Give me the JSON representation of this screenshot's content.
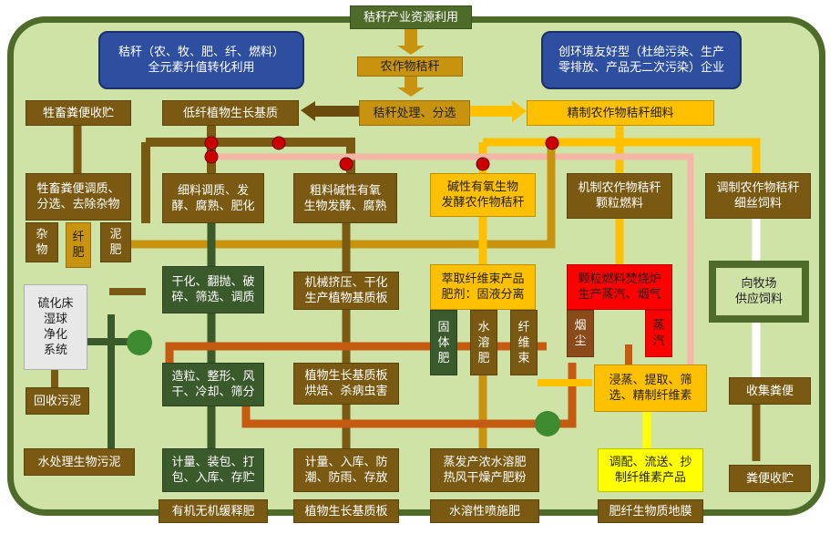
{
  "title": "秸秆产业资源利用",
  "crop_straw": "农作物秸秆",
  "blue_left": "秸秆（农、牧、肥、纤、燃料）\n全元素升值转化利用",
  "blue_right": "创环境友好型（杜绝污染、生产\n零排放、产品无二次污染）企业",
  "processing": "秸秆处理、分选",
  "low_fiber": "低纤植物生长基质",
  "fine_straw": "精制农作物秸秆细料",
  "manure_collect": "牲畜粪便收贮",
  "manure_adjust": "牲畜粪便调质、\n分选、去除杂物",
  "impurity": "杂\n物",
  "fiber": "纤\n肥",
  "mud": "泥\n肥",
  "fine_material": "细料调质、发\n酵、腐熟、肥化",
  "coarse_material": "粗料碱性有氧\n生物发酵、腐熟",
  "alkaline": "碱性有氧生物\n发酵农作物秸秆",
  "pellet_straw": "机制农作物秸秆\n颗粒燃料",
  "feed_straw": "调制农作物秸秆\n细丝饲料",
  "drying": "干化、翻抛、破\n碎、筛选、调质",
  "mech_squeeze": "机械挤压、干化\n生产植物基质板",
  "extract": "萃取纤维束产品\n肥剂：固液分离",
  "pellet_boiler": "颗粒燃料焚烧炉\n生产蒸汽、烟气",
  "farm": "向牧场\n供应饲料",
  "sulfide": "硫化床\n湿球\n净化\n系统",
  "solid_fert": "固\n体\n肥",
  "water_fert": "水\n溶\n肥",
  "fiber_bundle": "纤\n维\n束",
  "dust": "烟\n尘",
  "steam": "蒸\n汽",
  "recycle_mud": "回收污泥",
  "granulate": "造粒、整形、风\n干、冷却、筛分",
  "plant_board": "植物生长基质板\n烘焙、杀病虫害",
  "cook": "浸蒸、提取、筛\n选、精制纤维素",
  "collect_manure": "收集粪便",
  "water_sludge": "水处理生物污泥",
  "pack1": "计量、装包、打\n包、入库、存贮",
  "pack2": "计量、入库、防\n潮、防雨、存放",
  "evap": "蒸发产浓水溶肥\n热风干燥产肥粉",
  "blend": "调配、流送、抄\n制纤维素产品",
  "manure_store": "粪便收贮",
  "out1": "有机无机缓释肥",
  "out2": "植物生长基质板",
  "out3": "水溶性喷施肥",
  "out4": "肥纤生物质地膜",
  "colors": {
    "frame": "#4e6b2a",
    "bg": "#cfe3a6",
    "olive": "#7a5a12",
    "orange": "#ffc000",
    "red": "#ff0000",
    "brick": "#c55a11",
    "dkgreen": "#3a5a2c"
  }
}
